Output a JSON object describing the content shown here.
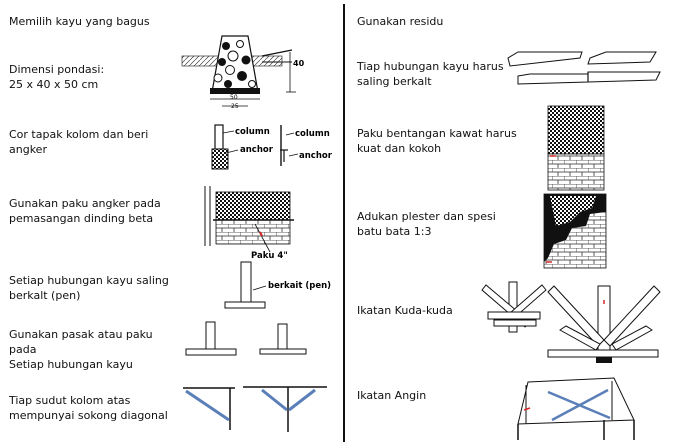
{
  "left": {
    "items": [
      {
        "text": "Memilih kayu yang bagus"
      },
      {
        "text": "Dimensi pondasi:\n25 x 40 x 50 cm"
      },
      {
        "text": "Cor tapak kolom dan beri\nangker"
      },
      {
        "text": "Gunakan paku angker pada\npemasangan dinding beta"
      },
      {
        "text": "Setiap hubungan kayu saling\nberkalt (pen)"
      },
      {
        "text": "Gunakan pasak atau paku\npada\nSetiap hubungan kayu"
      },
      {
        "text": "Tiap sudut kolom atas\nmempunyai sokong diagonal"
      }
    ]
  },
  "right": {
    "items": [
      {
        "text": "Gunakan residu"
      },
      {
        "text": "Tiap hubungan kayu harus\nsaling berkalt"
      },
      {
        "text": "Paku bentangan kawat harus\nkuat dan kokoh"
      },
      {
        "text": "Adukan plester dan spesi\nbatu bata 1:3"
      },
      {
        "text": "Ikatan Kuda-kuda"
      },
      {
        "text": "Ikatan Angin"
      }
    ]
  },
  "figure_labels": {
    "dim_40": "40",
    "dim_50": "50",
    "dim_25": "25",
    "column_1": "column",
    "anchor_1": "anchor",
    "column_2": "column",
    "anchor_2": "anchor",
    "paku": "Paku  4\"",
    "berkait": "berkait (pen)"
  },
  "colors": {
    "line": "#111111",
    "brace": "#5b7fb8",
    "red_mark": "#d62828",
    "divider": "#111111"
  }
}
